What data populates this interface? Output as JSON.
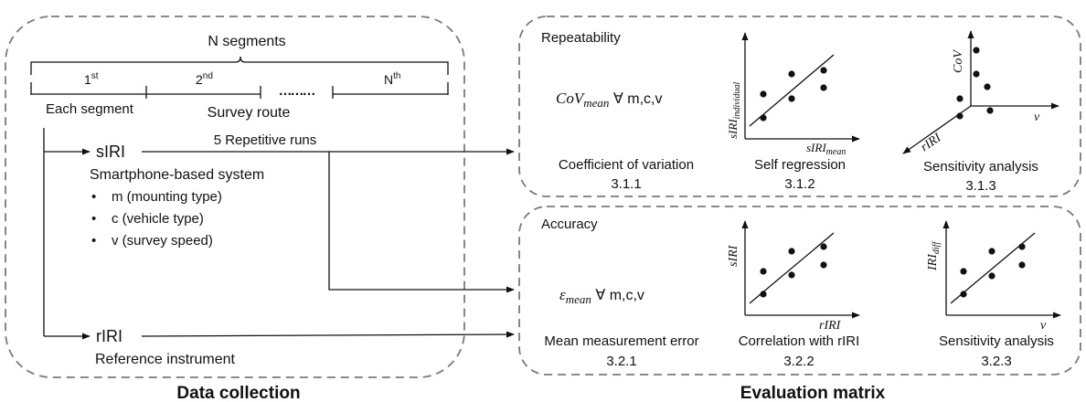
{
  "data_collection": {
    "title": "Data collection",
    "n_segments": "N segments",
    "seg_first": "1",
    "seg_first_sup": "st",
    "seg_second": "2",
    "seg_second_sup": "nd",
    "seg_dots": "………",
    "seg_last": "N",
    "seg_last_sup": "th",
    "each_segment": "Each segment",
    "survey_route": "Survey route",
    "siri": "sIRI",
    "repetitive_runs": "5 Repetitive runs",
    "smartphone_system": "Smartphone-based system",
    "factors": [
      "m (mounting type)",
      "c (vehicle type)",
      "v (survey speed)"
    ],
    "bullet": "•",
    "riri": "rIRI",
    "reference_instrument": "Reference instrument"
  },
  "evaluation_matrix": {
    "title": "Evaluation matrix",
    "repeatability": {
      "heading": "Repeatability",
      "cov_formula_main": "CoV",
      "cov_formula_sub": "mean",
      "cov_formula_rest": " ∀ m,c,v",
      "cov_label": "Coefficient of variation",
      "cov_num": "3.1.1",
      "self_regression_label": "Self regression",
      "self_regression_num": "3.1.2",
      "self_regression_ylabel_main": "sIRI",
      "self_regression_ylabel_sub": "individual",
      "self_regression_xlabel_main": "sIRI",
      "self_regression_xlabel_sub": "mean",
      "sensitivity_label": "Sensitivity analysis",
      "sensitivity_num": "3.1.3",
      "axis_cov": "CoV",
      "axis_v": "v",
      "axis_riri": "rIRI"
    },
    "accuracy": {
      "heading": "Accuracy",
      "err_formula_main": "ε",
      "err_formula_sub": "mean",
      "err_formula_rest": " ∀ m,c,v",
      "err_label": "Mean measurement error",
      "err_num": "3.2.1",
      "corr_label": "Correlation with rIRI",
      "corr_num": "3.2.2",
      "corr_ylabel": "sIRI",
      "corr_xlabel": "rIRI",
      "sens_label": "Sensitivity analysis",
      "sens_num": "3.2.3",
      "sens_ylabel_main": "IRI",
      "sens_ylabel_sub": "diff",
      "sens_xlabel": "v"
    }
  }
}
